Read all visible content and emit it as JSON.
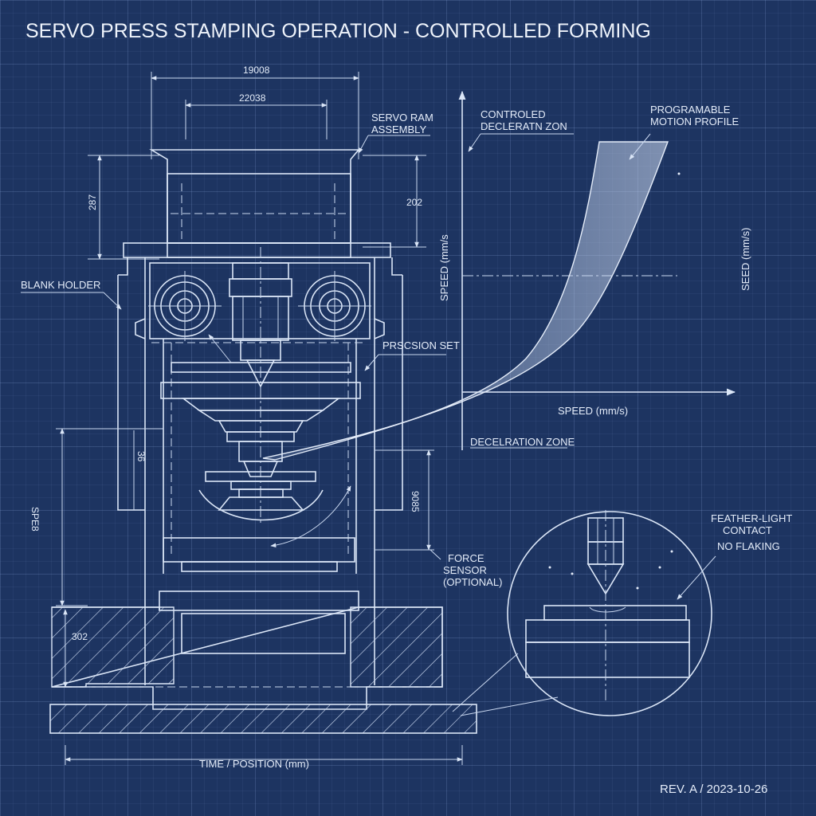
{
  "title": "SERVO PRESS STAMPING OPERATION - CONTROLLED FORMING",
  "revision": "REV. A / 2023-10-26",
  "dimensions": {
    "overall_width": "19008",
    "inner_width": "22038",
    "left_height": "287",
    "right_height": "202",
    "mid_left": "36",
    "left_stroke": "SPE8",
    "right_stroke": "9085",
    "base_height": "302"
  },
  "callouts": {
    "servo_ram_line1": "SERVO RAM",
    "servo_ram_line2": "ASSEMBLY",
    "blank_holder": "BLANK HOLDER",
    "precision_set": "PRSCSION SET",
    "force_sensor_line1": "FORCE",
    "force_sensor_line2": "SENSOR",
    "force_sensor_line3": "(OPTIONAL)",
    "controlled_decel_line1": "CONTROLED",
    "controlled_decel_line2": "DECLERATN ZON",
    "programmable_line1": "PROGRAMABLE",
    "programmable_line2": "MOTION PROFILE",
    "deceleration_zone": "DECELRATION ZONE",
    "feather_line1": "FEATHER-LIGHT",
    "feather_line2": "CONTACT",
    "feather_line3": "NO FLAKING"
  },
  "graph_labels": {
    "y_axis": "SPEED (mm/s",
    "x_axis": "SPEED (mm/s)",
    "right_axis": "SEED (mm/s)",
    "bottom_axis": "TIME / POSITION (mm)"
  },
  "colors": {
    "background": "#1d3461",
    "line": "#dbe6f7",
    "grid": "#8caadc"
  }
}
